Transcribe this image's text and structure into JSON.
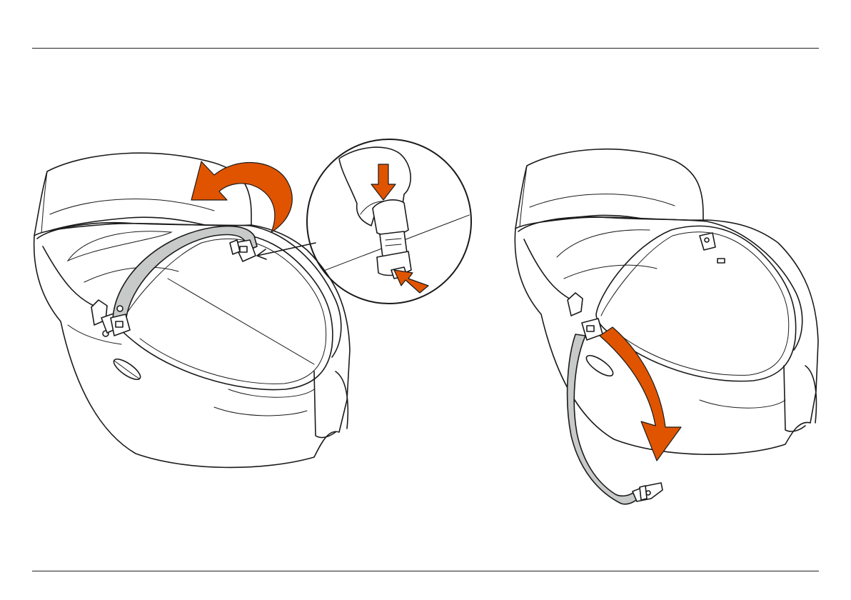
{
  "diagram": {
    "steps": [
      {
        "id": "step-1",
        "action": "press-buttons-and-rotate-handle-back"
      },
      {
        "id": "step-2",
        "action": "fold-handle-down"
      }
    ],
    "colors": {
      "accent": "#e05400",
      "handle": "#c8c9c9",
      "ink": "#1a1a1a",
      "background": "#ffffff"
    },
    "icons": [
      "curved-rotate-arrow",
      "press-down-arrow",
      "press-up-arrow",
      "pointer-arrow",
      "fold-down-arrow"
    ]
  }
}
